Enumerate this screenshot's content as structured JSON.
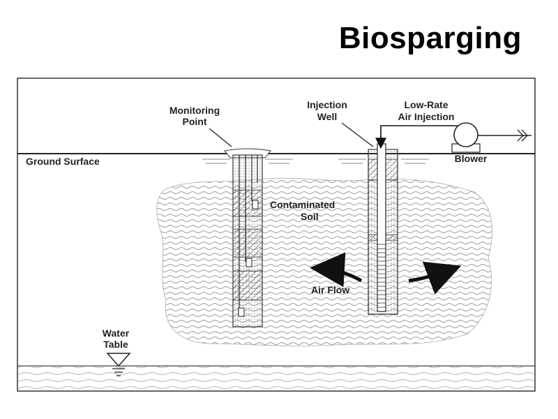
{
  "slide": {
    "title": "Biosparging"
  },
  "labels": {
    "monitoring_line1": "Monitoring",
    "monitoring_line2": "Point",
    "injection_line1": "Injection",
    "injection_line2": "Well",
    "lowrate_line1": "Low-Rate",
    "lowrate_line2": "Air Injection",
    "blower": "Blower",
    "ground_surface": "Ground Surface",
    "contaminated_line1": "Contaminated",
    "contaminated_line2": "Soil",
    "air_flow": "Air Flow",
    "water_line1": "Water",
    "water_line2": "Table"
  },
  "icons": [
    "blower-icon",
    "water-table-icon",
    "air-flow-arrow-icon"
  ]
}
